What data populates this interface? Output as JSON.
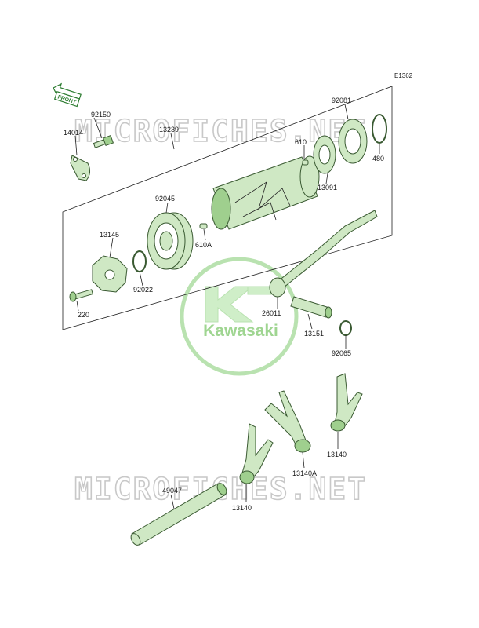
{
  "diagram": {
    "code": "E1362",
    "front_label": "FRONT",
    "watermark_text": "MICROFICHES.NET",
    "logo_text": "Kawasaki",
    "colors": {
      "part_fill": "#cfe8c4",
      "part_dark": "#9fcf8e",
      "outline": "#3a5a32",
      "logo": "#b9e2b0",
      "watermark": "#c8c8c8"
    },
    "parts": {
      "p92150": "92150",
      "p14014": "14014",
      "p13239": "13239",
      "p92081": "92081",
      "p610": "610",
      "p480": "480",
      "p13091": "13091",
      "p92045": "92045",
      "p13145": "13145",
      "p610a": "610A",
      "p92022": "92022",
      "p220": "220",
      "p26011": "26011",
      "p13151": "13151",
      "p92065": "92065",
      "p13140_right": "13140",
      "p13140a": "13140A",
      "p49047": "49047",
      "p13140_left": "13140"
    }
  }
}
